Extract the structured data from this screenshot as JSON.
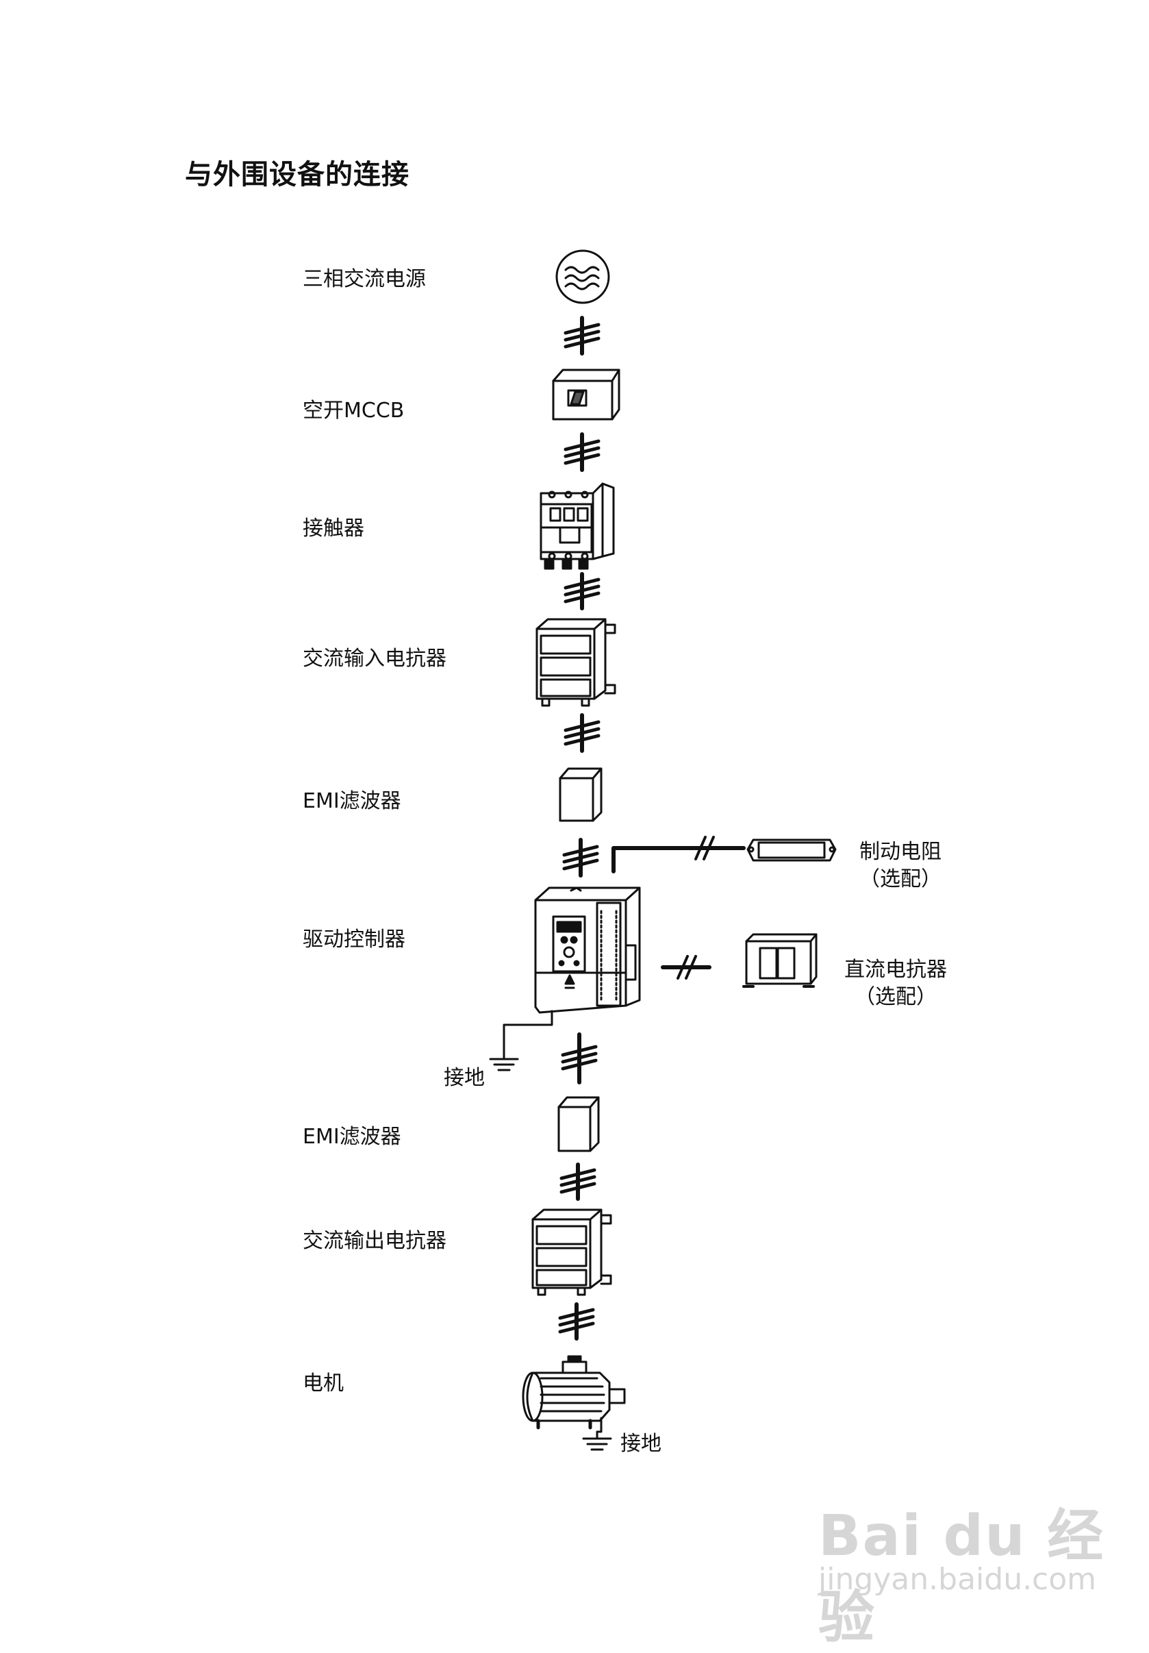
{
  "title": "与外围设备的连接",
  "labels": {
    "power": "三相交流电源",
    "mccb": "空开MCCB",
    "contactor": "接触器",
    "input_reactor": "交流输入电抗器",
    "emi_in": "EMI滤波器",
    "drive": "驱动控制器",
    "ground_drive": "接地",
    "emi_out": "EMI滤波器",
    "output_reactor": "交流输出电抗器",
    "motor": "电机",
    "ground_motor": "接地",
    "brake_resistor": "制动电阻",
    "brake_resistor_note": "（选配）",
    "dc_reactor": "直流电抗器",
    "dc_reactor_note": "（选配）"
  },
  "watermark": {
    "brand": "Bai du 经验",
    "url": "jingyan.baidu.com"
  }
}
